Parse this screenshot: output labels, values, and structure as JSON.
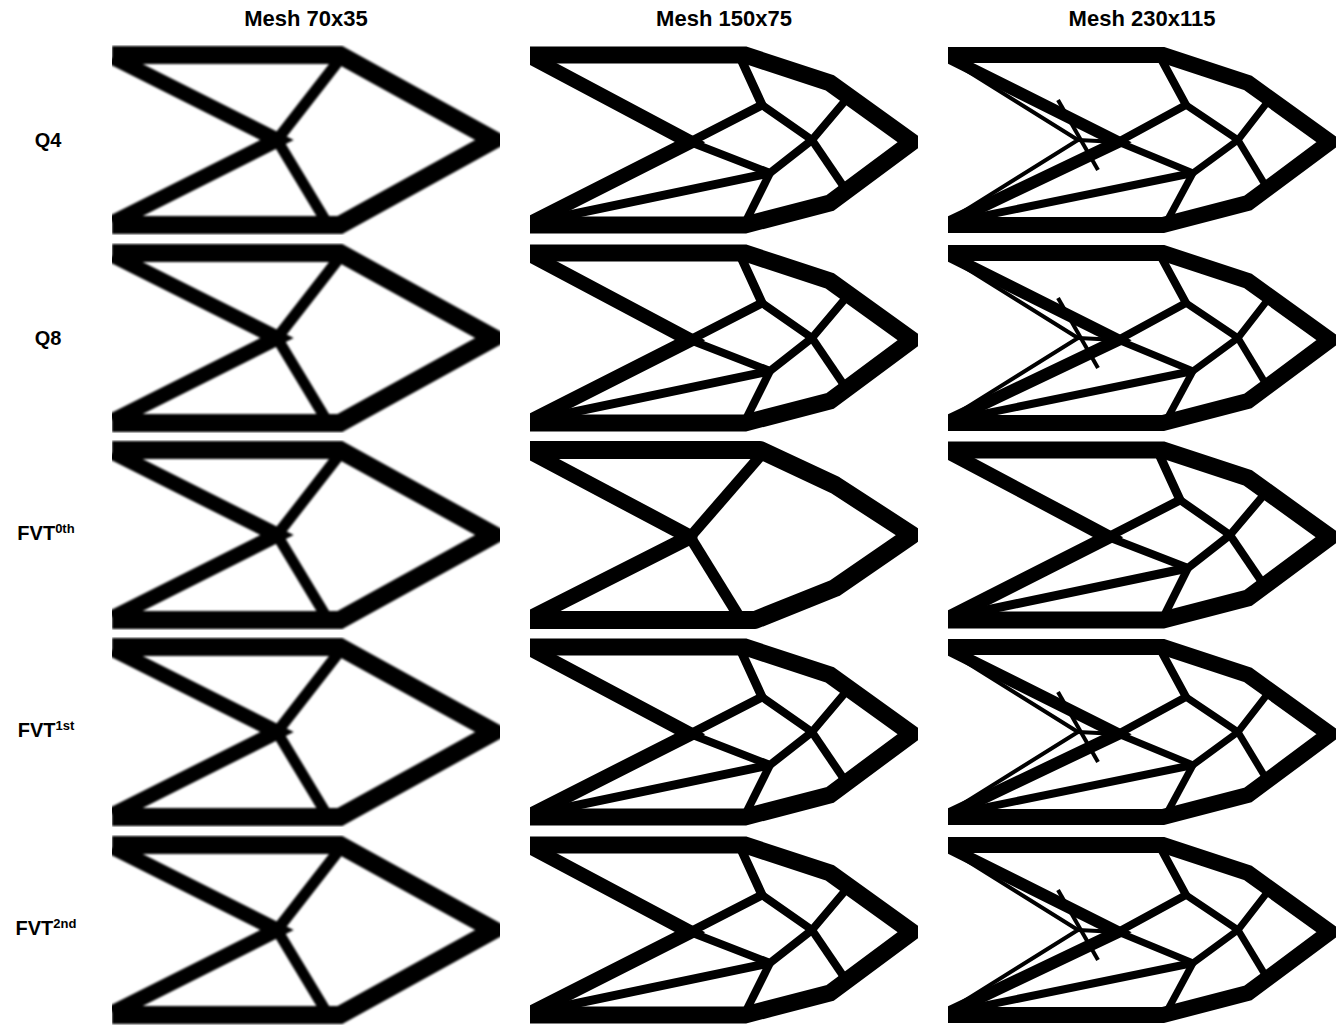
{
  "diagram": {
    "labels": [
      "Mesh 70x35",
      "Mesh 150x75",
      "Mesh 230x115",
      "Q4",
      "Q8",
      "FVT",
      "0th",
      "FVT",
      "1st",
      "FVT",
      "2nd"
    ]
  }
}
